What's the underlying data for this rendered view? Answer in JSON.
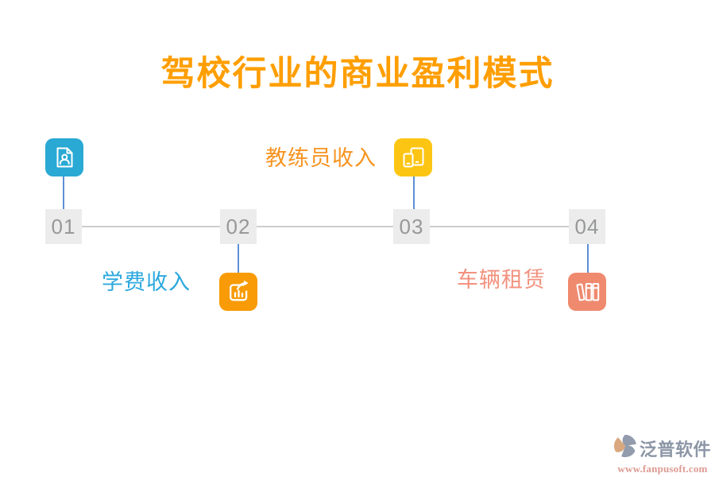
{
  "title": {
    "text": "驾校行业的商业盈利模式",
    "color": "#FF9E01"
  },
  "timeline": {
    "line_color": "#CDCDCD",
    "connector_color": "#5E8FD5",
    "box_bg": "#ECECEC",
    "box_text_color": "#97989A",
    "nodes": [
      {
        "number": "01",
        "icon": "resume-document-icon",
        "color": "#29A9D4",
        "icon_position": "above"
      },
      {
        "number": "02",
        "icon": "chart-growth-icon",
        "color": "#F89B07",
        "icon_position": "below"
      },
      {
        "number": "03",
        "icon": "mobile-devices-icon",
        "color": "#FCC513",
        "icon_position": "above"
      },
      {
        "number": "04",
        "icon": "bookshelf-icon",
        "color": "#EF8A6F",
        "icon_position": "below"
      }
    ],
    "labels": [
      {
        "text": "学费收入",
        "color": "#2CA8DF"
      },
      {
        "text": "教练员收入",
        "color": "#F79421"
      },
      {
        "text": "车辆租赁",
        "color": "#F2917E"
      }
    ]
  },
  "footer": {
    "brand": "泛普软件",
    "brand_color": "#8C96A6",
    "website": "www.fanpusoft.com",
    "website_color": "#DC9A92",
    "logo_gray": "#939CAC",
    "logo_accent": "#D9A87E"
  }
}
